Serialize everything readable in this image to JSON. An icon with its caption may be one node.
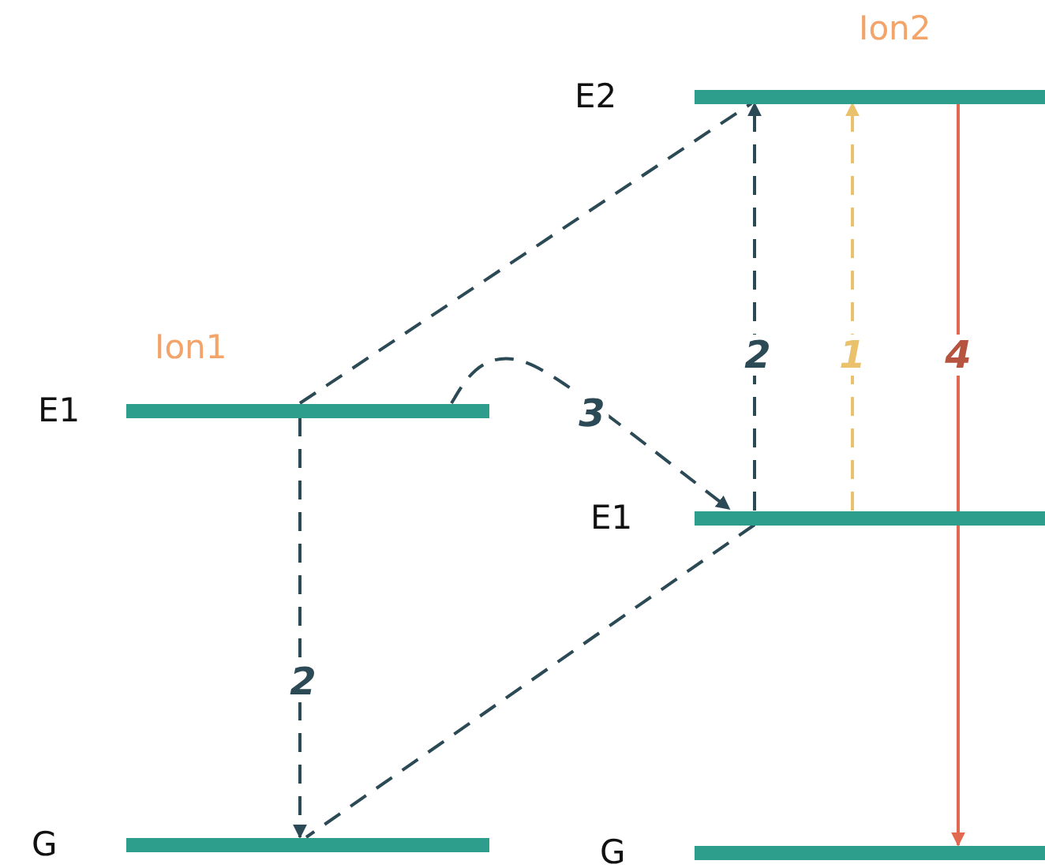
{
  "diagram": {
    "nodes": [
      {
        "text": [
          "E1"
        ]
      },
      {
        "text": [
          "G"
        ]
      },
      {
        "text": [
          "E2"
        ]
      },
      {
        "text": [
          "E1"
        ]
      },
      {
        "text": [
          "G"
        ]
      }
    ],
    "edges": [
      {
        "from": 0,
        "to": 1,
        "arrow": "to",
        "label": "2",
        "style": "dashed"
      },
      {
        "from": 3,
        "to": 2,
        "arrow": "to",
        "label": "2",
        "style": "dashed"
      },
      {
        "from": 0,
        "to": 2,
        "arrow": "none",
        "style": "dashed"
      },
      {
        "from": 3,
        "to": 1,
        "arrow": "none",
        "style": "dashed"
      },
      {
        "from": 0,
        "to": 3,
        "arrow": "to",
        "label": "3",
        "style": "dashed"
      },
      {
        "from": 3,
        "to": 2,
        "arrow": "to",
        "label": "1",
        "style": "dashed",
        "color": "#eac26c"
      },
      {
        "from": 2,
        "to": 4,
        "arrow": "to",
        "label": "4",
        "color": "#e2684f"
      }
    ],
    "labels": [
      "Ion1",
      "Ion2"
    ]
  }
}
